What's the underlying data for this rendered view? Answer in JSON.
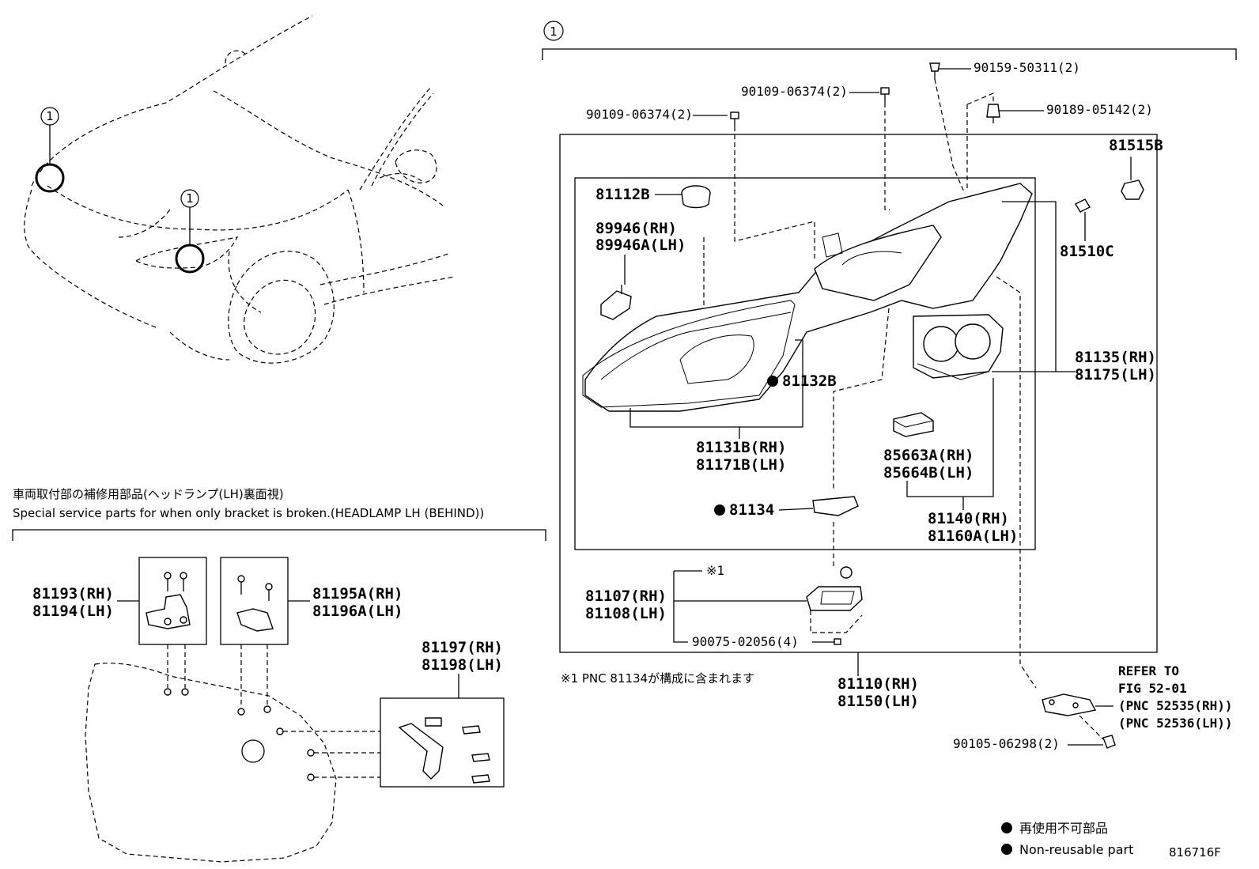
{
  "callout_number": "1",
  "car_view": {
    "callouts": [
      "1",
      "1"
    ]
  },
  "assembly": {
    "fasteners": {
      "screw_a": "90109-06374(2)",
      "screw_b": "90109-06374(2)",
      "clip_top": "90159-50311(2)",
      "clip_right": "90189-05142(2)",
      "bolt_bracket": "90105-06298(2)",
      "screw_ballast": "90075-02056(4)"
    },
    "parts": {
      "bulb_socket": "81515B",
      "bulb": "81510C",
      "grommet": "81112B",
      "sensor_rh": "89946(RH)",
      "sensor_lh": "89946A(LH)",
      "gasket_b": "81132B",
      "lens_rh": "81131B(RH)",
      "lens_lh": "81171B(LH)",
      "gasket": "81134",
      "housing_rh": "81135(RH)",
      "housing_lh": "81175(LH)",
      "computer_rh": "85663A(RH)",
      "computer_lh": "85664B(LH)",
      "unit_rh": "81140(RH)",
      "unit_lh": "81160A(LH)",
      "ballast_rh": "81107(RH)",
      "ballast_lh": "81108(LH)",
      "ballast_note_mark": "※1",
      "headlamp_rh": "81110(RH)",
      "headlamp_lh": "81150(LH)"
    },
    "note_1": "※1 PNC 81134が構成に含まれます",
    "refer": {
      "line1": "REFER TO",
      "line2": "FIG 52-01",
      "line3": "(PNC 52535(RH))",
      "line4": "(PNC 52536(LH))"
    }
  },
  "service_parts": {
    "title_jp": "車両取付部の補修用部品(ヘッドランプ(LH)裏面視)",
    "title_en": "Special service parts for when only bracket is broken.(HEADLAMP LH (BEHIND))",
    "kit_a_rh": "81193(RH)",
    "kit_a_lh": "81194(LH)",
    "kit_b_rh": "81195A(RH)",
    "kit_b_lh": "81196A(LH)",
    "kit_c_rh": "81197(RH)",
    "kit_c_lh": "81198(LH)"
  },
  "legend": {
    "non_reusable_jp": "再使用不可部品",
    "non_reusable_en": "Non-reusable part"
  },
  "figure_id": "816716F"
}
